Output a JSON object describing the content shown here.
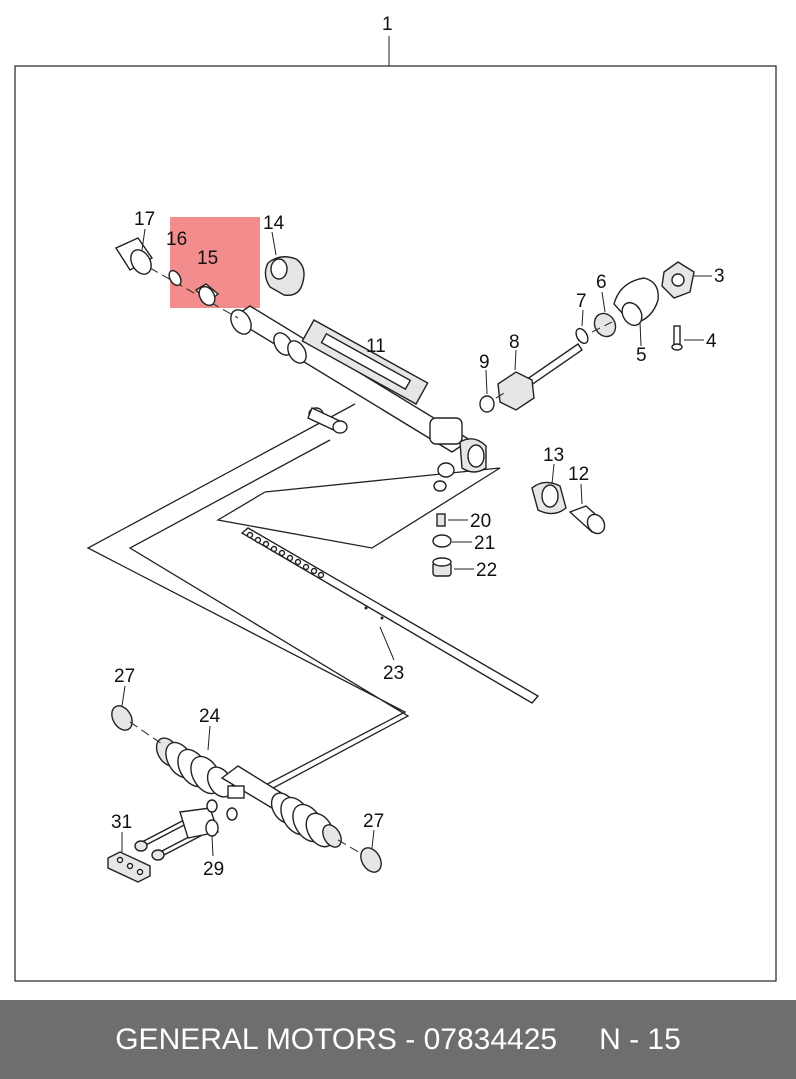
{
  "diagram": {
    "labels": {
      "n1": "1",
      "n3": "3",
      "n4": "4",
      "n5": "5",
      "n6": "6",
      "n7": "7",
      "n8": "8",
      "n9": "9",
      "n11": "11",
      "n12": "12",
      "n13": "13",
      "n14": "14",
      "n15": "15",
      "n16": "16",
      "n17": "17",
      "n20": "20",
      "n21": "21",
      "n22": "22",
      "n23": "23",
      "n24": "24",
      "n27a": "27",
      "n27b": "27",
      "n29": "29",
      "n31": "31"
    },
    "highlight_color": "#f28080"
  },
  "footer": {
    "brand": "GENERAL MOTORS - 07834425",
    "page": "N - 15",
    "background": "#6e6e6e"
  }
}
